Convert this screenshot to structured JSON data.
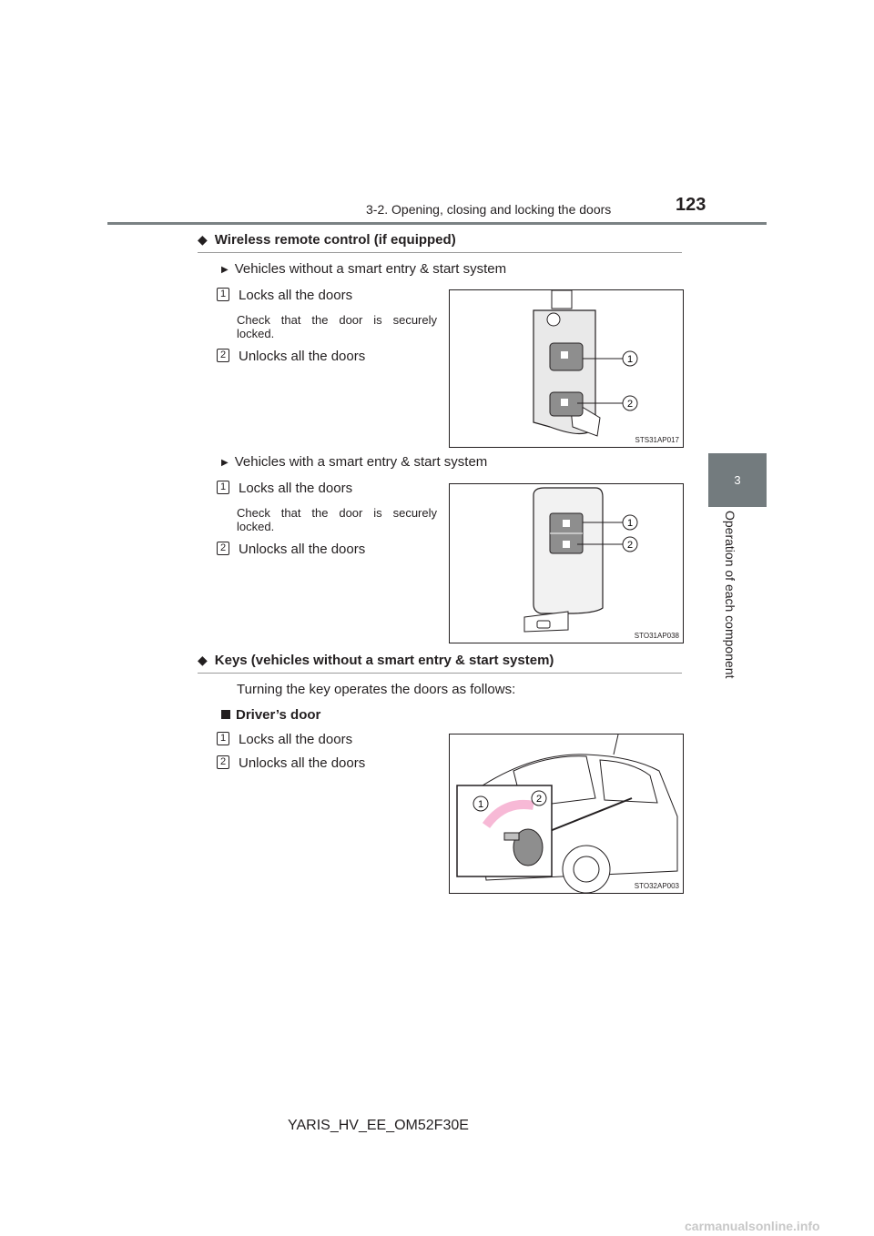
{
  "header": {
    "section": "3-2. Opening, closing and locking the doors",
    "page_number": "123"
  },
  "side_tab": {
    "chapter_number": "3",
    "chapter_title": "Operation of each component"
  },
  "section1": {
    "heading": "Wireless remote control (if equipped)",
    "variant_a": {
      "label": "Vehicles without a smart entry & start system",
      "items": [
        {
          "num": "1",
          "text": "Locks all the doors"
        },
        {
          "num": "2",
          "text": "Unlocks all the doors"
        }
      ],
      "note": "Check that the door is securely locked.",
      "figure_code": "STS31AP017"
    },
    "variant_b": {
      "label": "Vehicles with a smart entry & start system",
      "items": [
        {
          "num": "1",
          "text": "Locks all the doors"
        },
        {
          "num": "2",
          "text": "Unlocks all the doors"
        }
      ],
      "note": "Check that the door is securely locked.",
      "figure_code": "STO31AP038"
    }
  },
  "section2": {
    "heading": "Keys (vehicles without a smart entry & start system)",
    "intro": "Turning the key operates the doors as follows:",
    "subheading": "Driver’s door",
    "items": [
      {
        "num": "1",
        "text": "Locks all the doors"
      },
      {
        "num": "2",
        "text": "Unlocks all the doors"
      }
    ],
    "figure_code": "STO32AP003"
  },
  "footer": "YARIS_HV_EE_OM52F30E",
  "watermark": "carmanualsonline.info",
  "colors": {
    "tab": "#737b7e",
    "rule": "#7a8183",
    "arrow": "#f7b9d6"
  }
}
